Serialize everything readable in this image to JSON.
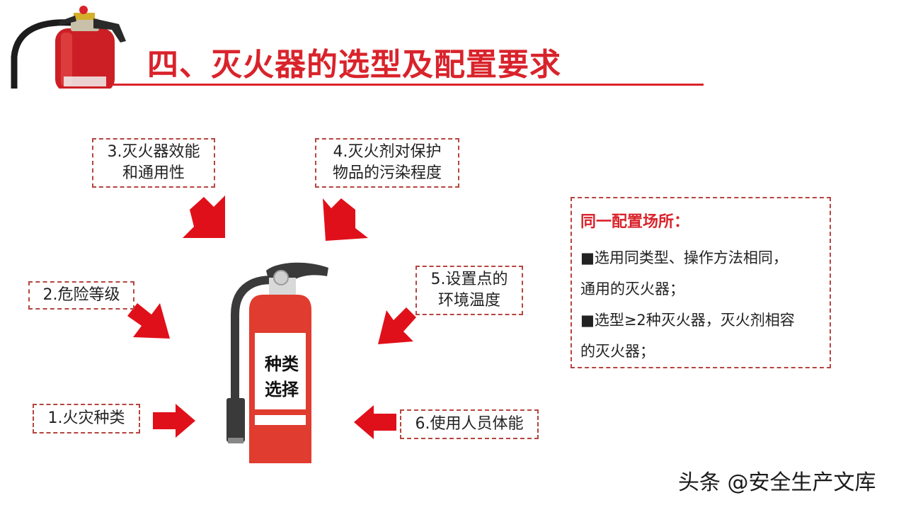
{
  "title": "四、灭火器的选型及配置要求",
  "factors": {
    "f1": "1.火灾种类",
    "f2": "2.危险等级",
    "f3_line1": "3.灭火器效能",
    "f3_line2": "和通用性",
    "f4_line1": "4.灭火剂对保护",
    "f4_line2": "物品的污染程度",
    "f5_line1": "5.设置点的",
    "f5_line2": "环境温度",
    "f6": "6.使用人员体能"
  },
  "extinguisher_label": {
    "line1": "种类",
    "line2": "选择"
  },
  "info": {
    "title": "同一配置场所：",
    "lines": [
      "■选用同类型、操作方法相同，",
      "通用的灭火器；",
      "■选型≥2种灭火器，灭火剂相容",
      "的灭火器；"
    ]
  },
  "watermark": "头条 @安全生产文库",
  "colors": {
    "accent": "#d9232b",
    "border": "#b5453f",
    "extinguisher_body": "#e03c2f",
    "hose": "#3a3a3a"
  },
  "icons": [
    "fire-extinguisher-icon",
    "arrow-icon"
  ]
}
